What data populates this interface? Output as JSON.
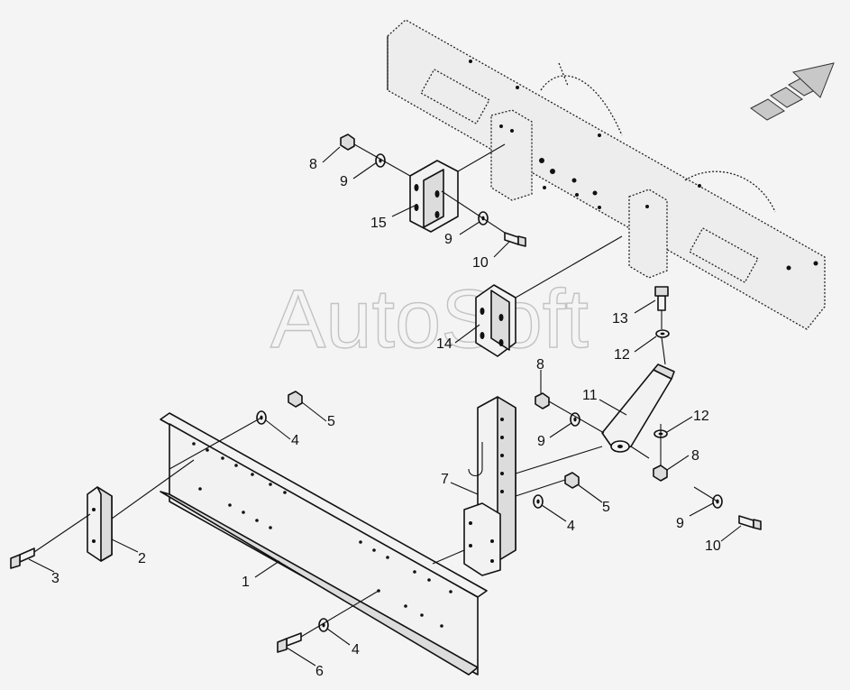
{
  "watermark": "AutoSoft",
  "callouts": {
    "c1": "1",
    "c2": "2",
    "c3": "3",
    "c4a": "4",
    "c4b": "4",
    "c4c": "4",
    "c5a": "5",
    "c5b": "5",
    "c6": "6",
    "c7": "7",
    "c8a": "8",
    "c8b": "8",
    "c8c": "8",
    "c9a": "9",
    "c9b": "9",
    "c9c": "9",
    "c9d": "9",
    "c10a": "10",
    "c10b": "10",
    "c11": "11",
    "c12a": "12",
    "c12b": "12",
    "c13": "13",
    "c14": "14",
    "c15": "15"
  }
}
